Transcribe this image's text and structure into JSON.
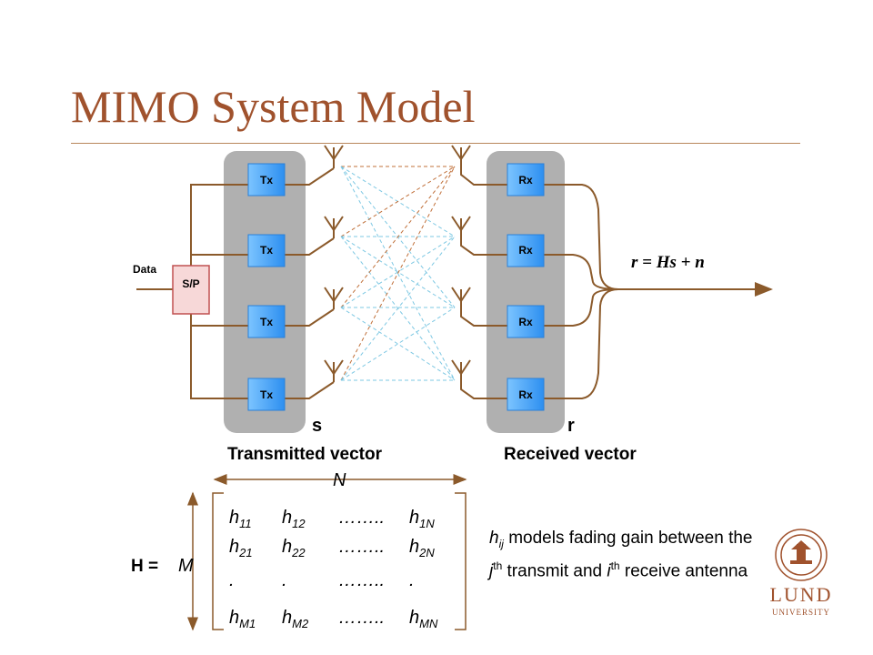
{
  "slide": {
    "title": "MIMO System Model"
  },
  "diagram": {
    "tx_label": "Tx",
    "rx_label": "Rx",
    "data_label": "Data",
    "sp_label": "S/P",
    "equation": "r = Hs + n",
    "s_label": "s",
    "r_label": "r",
    "transmitted_label": "Transmitted vector",
    "received_label": "Received vector"
  },
  "matrix": {
    "h_label": "H =",
    "n_label": "N",
    "m_label": "M",
    "rows": [
      [
        [
          "h",
          "11"
        ],
        [
          "h",
          "12"
        ],
        [
          "……..",
          ""
        ],
        [
          "h",
          "1N"
        ]
      ],
      [
        [
          "h",
          "21"
        ],
        [
          "h",
          "22"
        ],
        [
          "……..",
          ""
        ],
        [
          "h",
          "2N"
        ]
      ],
      [
        [
          ".",
          ""
        ],
        [
          ".",
          ""
        ],
        [
          "……..",
          ""
        ],
        [
          ".",
          ""
        ]
      ],
      [
        [
          "h",
          "M1"
        ],
        [
          "h",
          "M2"
        ],
        [
          "……..",
          ""
        ],
        [
          "h",
          "MN"
        ]
      ]
    ]
  },
  "note": {
    "h": "h",
    "h_sub": "ij",
    "text1": " models fading gain between the ",
    "j": "j",
    "th1": "th",
    "text2": " transmit and ",
    "i": "i",
    "th2": "th",
    "text3": " receive antenna"
  },
  "logo": {
    "line1": "LUND",
    "line2": "UNIVERSITY"
  },
  "colors": {
    "title": "#a0522d",
    "wire": "#8b5a2b",
    "box": "#3a9df5",
    "panel": "#b0b0b0",
    "link_dash_blue": "#7ec8e3",
    "link_dash_brown": "#c0703a"
  }
}
